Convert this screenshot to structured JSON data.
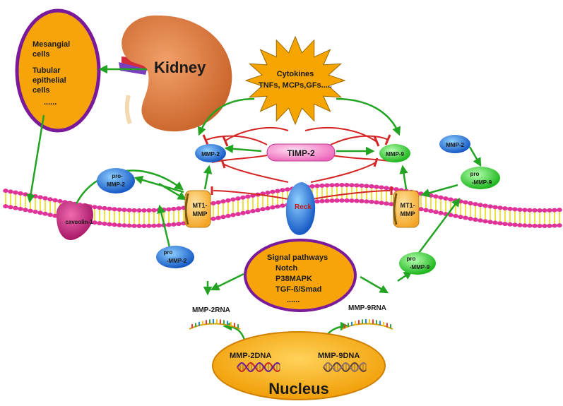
{
  "kidney": {
    "title": "Kidney"
  },
  "cells": {
    "line1": "Mesangial",
    "line2": "cells",
    "line3": "Tubular",
    "line4": "epithelial",
    "line5": "cells",
    "line6": "......"
  },
  "cytokines": {
    "line1": "Cytokines",
    "line2": "TNFs, MCPs,GFs....."
  },
  "timp2": "TIMP-2",
  "mmp2_left": "MMP-2",
  "mmp9_mid": "MMP-9",
  "mmp2_right": "MMP-2",
  "pro_mmp2_top": {
    "line1": "pro-",
    "line2": "MMP-2"
  },
  "pro_mmp9_right": {
    "line1": "pro",
    "line2": "-MMP-9"
  },
  "mt1_left": {
    "line1": "MT1-",
    "line2": "MMP"
  },
  "mt1_right": {
    "line1": "MT1-",
    "line2": "MMP"
  },
  "reck": "Reck",
  "caveolin": "caveolin-1",
  "pro_mmp2_low": {
    "line1": "pro",
    "line2": "-MMP-2"
  },
  "pro_mmp9_low": {
    "line1": "pro",
    "line2": "-MMP-9"
  },
  "signal": {
    "line1": "Signal pathways",
    "line2": "Notch",
    "line3": "P38MAPK",
    "line4": "TGF-ß/Smad",
    "line5": "......"
  },
  "mmp2rna": "MMP-2RNA",
  "mmp9rna": "MMP-9RNA",
  "nucleus": {
    "title": "Nucleus",
    "dna2": "MMP-2DNA",
    "dna9": "MMP-9DNA"
  },
  "colors": {
    "green_arrow": "#22a422",
    "inhibit": "#d42424",
    "membrane": "#e0339a",
    "lipid_tail": "#f0e040",
    "mmp_blue": "#1e6fe0",
    "mmp_green": "#22dd22",
    "kidney": "#d9743a",
    "nucleus": "#f5a800",
    "purple": "#8a1a9e"
  }
}
